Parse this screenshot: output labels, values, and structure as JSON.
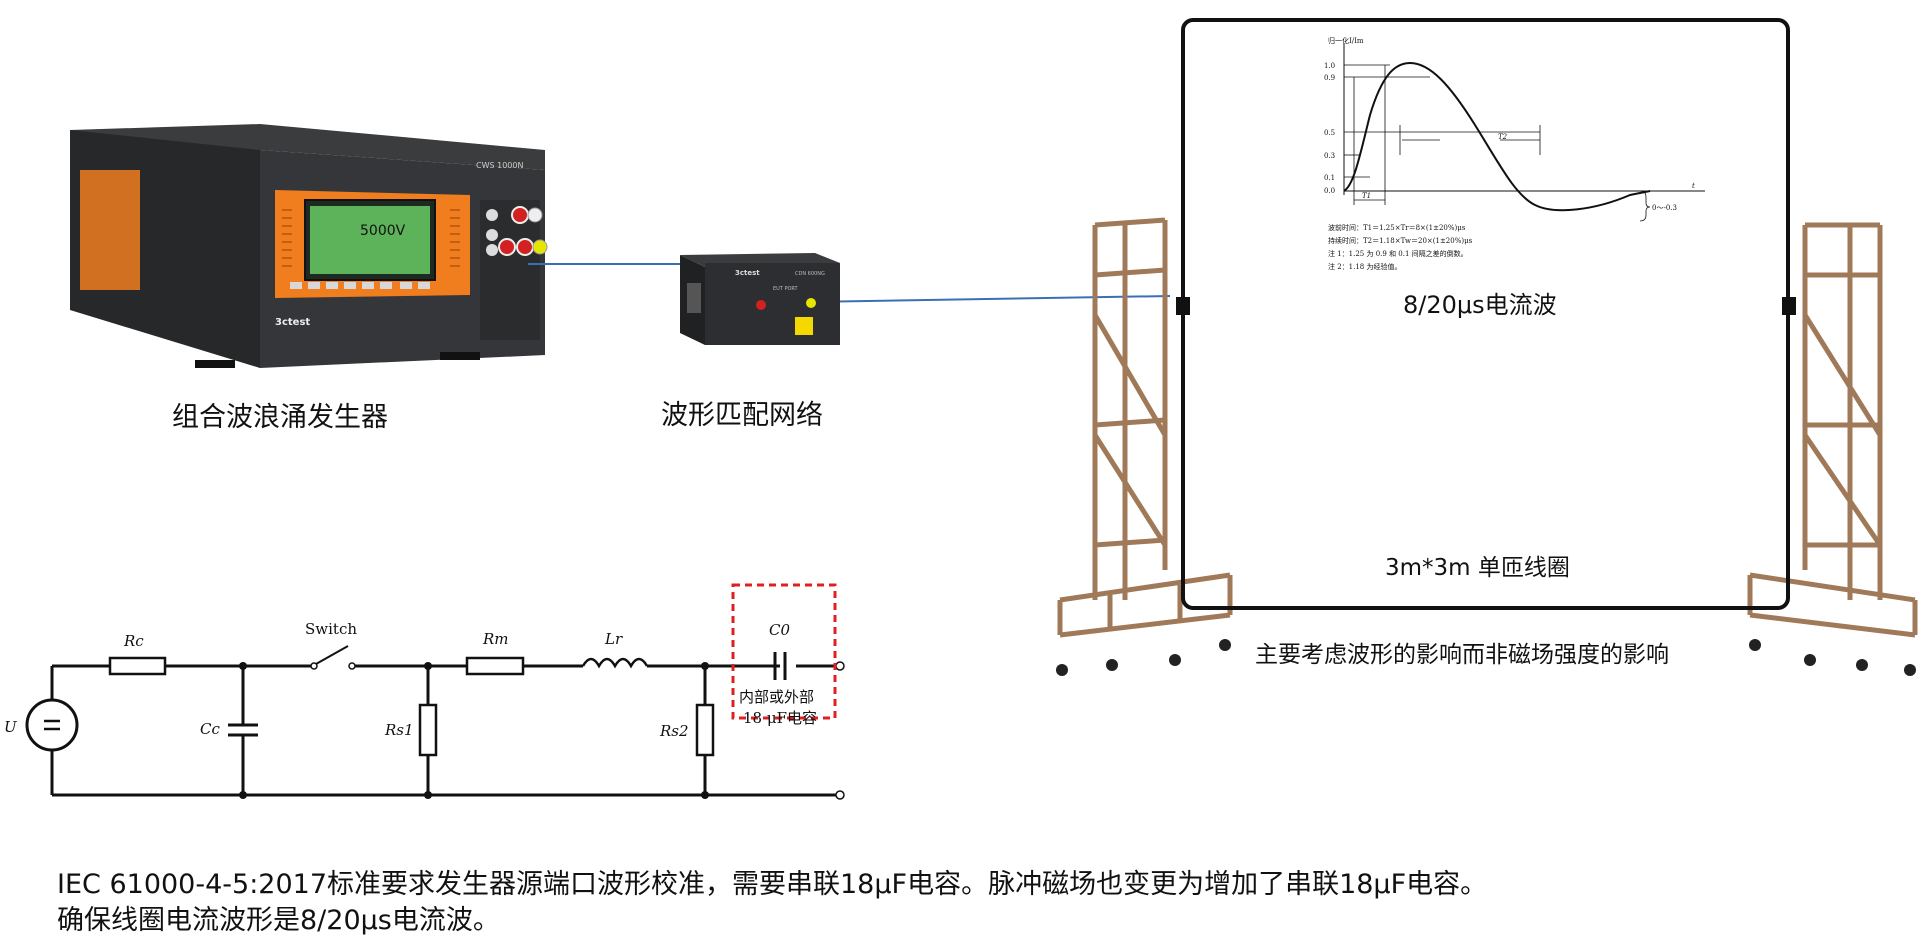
{
  "equipment": {
    "generator": {
      "caption": "组合波浪涌发生器",
      "model": "CWS 1000N",
      "brand": "3ctest",
      "screen_value": "5000V"
    },
    "network": {
      "caption": "波形匹配网络",
      "brand": "3ctest",
      "model": "CDN 600NG",
      "port_label": "EUT PORT"
    },
    "coil": {
      "waveform_caption": "8/20μs电流波",
      "coil_caption": "3m*3m 单匝线圈",
      "note": "主要考虑波形的影响而非磁场强度的影响"
    }
  },
  "waveform": {
    "ylabel": "归一化I/Im",
    "ticks": [
      "1.0",
      "0.9",
      "0.5",
      "0.3",
      "0.1",
      "0.0"
    ],
    "t1_label": "T1",
    "t2_label": "T2",
    "t_axis": "t",
    "undershoot": "0～-0.3",
    "notes": [
      "波前时间：T1＝1.25×Tr＝8×(1±20%)μs",
      "持续时间：T2＝1.18×Tw＝20×(1±20%)μs",
      "注 1：1.25 为 0.9 和 0.1 间隔之差的倒数。",
      "注 2：1.18 为经验值。"
    ]
  },
  "circuit": {
    "labels": {
      "U": "U",
      "Rc": "Rc",
      "Cc": "Cc",
      "switch": "Switch",
      "Rm": "Rm",
      "Lr": "Lr",
      "Rs1": "Rs1",
      "Rs2": "Rs2",
      "C0": "C0"
    },
    "capacitor_note_line1": "内部或外部",
    "capacitor_note_line2": "18 μF电容"
  },
  "bottom_text": {
    "line1": "IEC 61000-4-5:2017标准要求发生器源端口波形校准，需要串联18μF电容。脉冲磁场也变更为增加了串联18μF电容。",
    "line2": "确保线圈电流波形是8/20μs电流波。"
  },
  "colors": {
    "orange": "#f07d1e",
    "device_dark": "#2a2c2e",
    "frame_copper": "#a07a58",
    "cable_blue": "#3b6fb5",
    "dashed_red": "#e02020"
  }
}
